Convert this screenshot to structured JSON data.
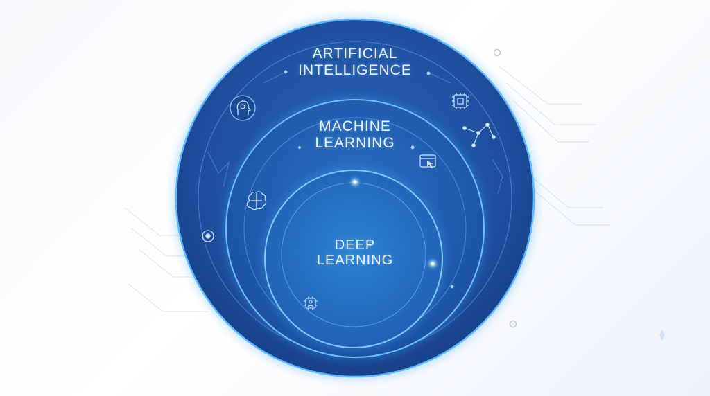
{
  "diagram": {
    "type": "nested-circles",
    "rings": [
      {
        "id": "ai",
        "line1": "ARTIFICIAL",
        "line2": "INTELLIGENCE"
      },
      {
        "id": "ml",
        "line1": "MACHINE",
        "line2": "LEARNING"
      },
      {
        "id": "dl",
        "line1": "DEEP",
        "line2": "LEARNING"
      }
    ],
    "colors": {
      "outer_ring": "#1e4f9e",
      "middle_ring": "#1f5bb0",
      "inner_ring": "#2170c0",
      "glow": "#3fa8ff",
      "label_text": "#e9f3ff"
    },
    "icons": [
      "head-gear-icon",
      "chip-icon",
      "network-nodes-icon",
      "browser-cursor-icon",
      "brain-icon",
      "target-icon",
      "robot-chip-icon"
    ]
  }
}
